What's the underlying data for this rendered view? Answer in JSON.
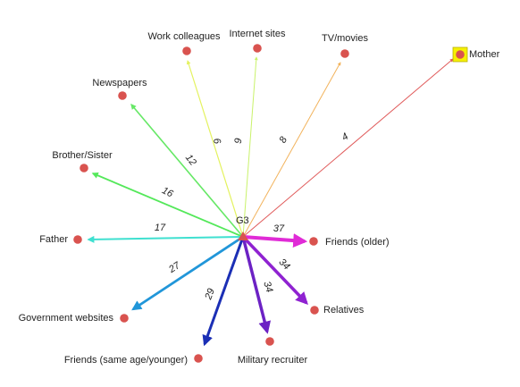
{
  "center": {
    "label": "G3",
    "marker_color": "#d9534f"
  },
  "highlight": {
    "node_id": "mother",
    "color": "#f6f000"
  },
  "nodes": [
    {
      "id": "mother",
      "label": "Mother",
      "weight": "4",
      "color": "#e05a5a"
    },
    {
      "id": "tv-movies",
      "label": "TV/movies",
      "weight": "8",
      "color": "#f2b35c"
    },
    {
      "id": "internet-sites",
      "label": "Internet sites",
      "weight": "9",
      "color": "#c9f26a"
    },
    {
      "id": "work-colleagues",
      "label": "Work colleagues",
      "weight": "9",
      "color": "#e4f25f"
    },
    {
      "id": "newspapers",
      "label": "Newspapers",
      "weight": "12",
      "color": "#66e866"
    },
    {
      "id": "brother-sister",
      "label": "Brother/Sister",
      "weight": "16",
      "color": "#54e85a"
    },
    {
      "id": "father",
      "label": "Father",
      "weight": "17",
      "color": "#3fe0d0"
    },
    {
      "id": "government-websites",
      "label": "Government websites",
      "weight": "27",
      "color": "#2196d9"
    },
    {
      "id": "friends-same-age",
      "label": "Friends (same age/younger)",
      "weight": "29",
      "color": "#1b2fb5"
    },
    {
      "id": "military-recruiter",
      "label": "Military recruiter",
      "weight": "34",
      "color": "#6c22c4"
    },
    {
      "id": "relatives",
      "label": "Relatives",
      "weight": "34",
      "color": "#8f22d1"
    },
    {
      "id": "friends-older",
      "label": "Friends (older)",
      "weight": "37",
      "color": "#e02bd6"
    }
  ],
  "node_marker_color": "#d9534f"
}
